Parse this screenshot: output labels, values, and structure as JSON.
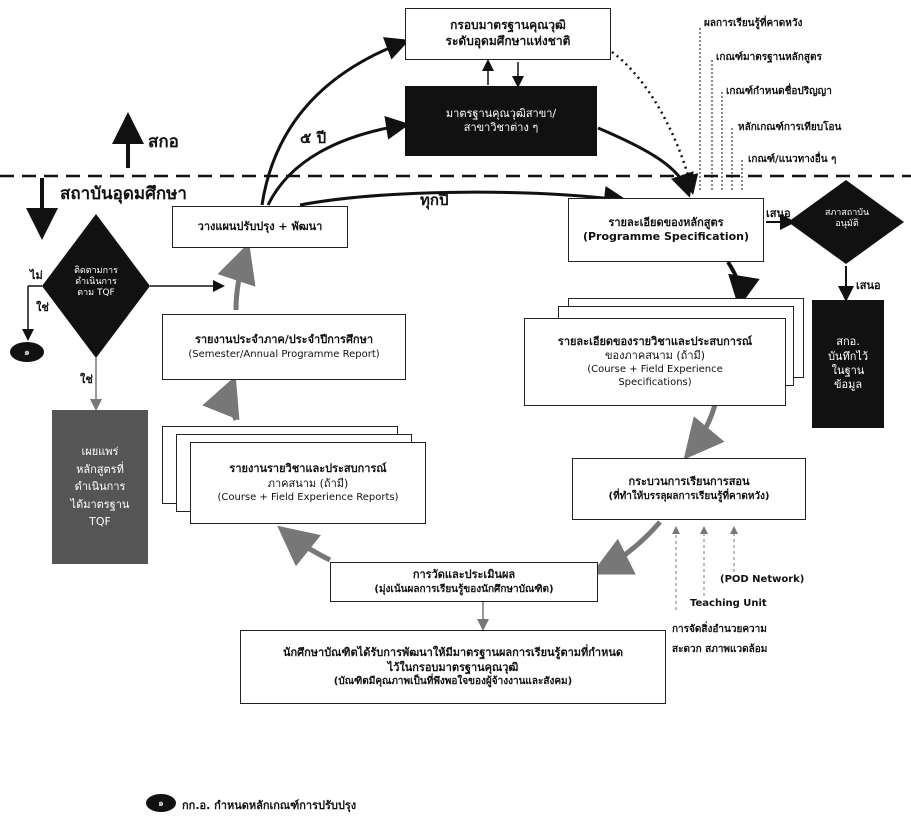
{
  "zones": {
    "upper": "สกอ",
    "lower": "สถาบันอุดมศึกษา"
  },
  "nqf": {
    "line1": "กรอบมาตรฐานคุณวุฒิ",
    "line2": "ระดับอุดมศึกษาแห่งชาติ"
  },
  "subject_std": {
    "line1": "มาตรฐานคุณวุฒิสาขา/",
    "line2": "สาขาวิชาต่าง ๆ"
  },
  "criteria": [
    "ผลการเรียนรู้ที่คาดหวัง",
    "เกณฑ์มาตรฐานหลักสูตร",
    "เกณฑ์กำหนดชื่อปริญญา",
    "หลักเกณฑ์การเทียบโอน",
    "เกณฑ์/แนวทางอื่น ๆ"
  ],
  "five_year": "๕ ปี",
  "every_year": "ทุกปี",
  "plan": "วางแผนปรับปรุง + พัฒนา",
  "prog_spec": {
    "line1": "รายละเอียดของหลักสูตร",
    "line2": "(Programme Specification)"
  },
  "council": {
    "line1": "สภาสถาบัน",
    "line2": "อนุมัติ"
  },
  "propose": "เสนอ",
  "registry": {
    "line1": "สกอ.",
    "line2": "บันทึกไว้",
    "line3": "ในฐาน",
    "line4": "ข้อมูล"
  },
  "tqf_check": {
    "line1": "ติดตามการ",
    "line2": "ดำเนินการ",
    "line3": "ตาม TQF"
  },
  "no": "ไม่",
  "yes": "ใช่",
  "tqf_pub": {
    "line1": "เผยแพร่",
    "line2": "หลักสูตรที่",
    "line3": "ดำเนินการ",
    "line4": "ได้มาตรฐาน",
    "line5": "TQF"
  },
  "annual_report": {
    "line1": "รายงานประจำภาค/ประจำปีการศึกษา",
    "line2": "(Semester/Annual Programme Report)"
  },
  "course_spec": {
    "line1": "รายละเอียดของรายวิชาและประสบการณ์",
    "line2": "ของภาคสนาม (ถ้ามี)",
    "line3": "(Course + Field Experience",
    "line4": "Specifications)"
  },
  "course_report": {
    "line1": "รายงานรายวิชาและประสบการณ์",
    "line2": "ภาคสนาม (ถ้ามี)",
    "line3": "(Course + Field Experience Reports)"
  },
  "teaching": {
    "line1": "กระบวนการเรียนการสอน",
    "line2": "(ที่ทำให้บรรลุผลการเรียนรู้ที่คาดหวัง)"
  },
  "support": {
    "pod": "(POD Network)",
    "unit": "Teaching Unit",
    "env1": "การจัดสิ่งอำนวยความ",
    "env2": "สะดวก สภาพแวดล้อม"
  },
  "assessment": {
    "line1": "การวัดและประเมินผล",
    "line2": "(มุ่งเน้นผลการเรียนรู้ของนักศึกษาบัณฑิต)"
  },
  "graduates": {
    "line1": "นักศึกษาบัณฑิตได้รับการพัฒนาให้มีมาตรฐานผลการเรียนรู้ตามที่กำหนด",
    "line2": "ไว้ในกรอบมาตรฐานคุณวุฒิ",
    "line3": "(บัณฑิตมีคุณภาพเป็นที่พึงพอใจของผู้จ้างงานและสังคม)"
  },
  "legend": {
    "badge": "๑",
    "text": "กก.อ. กำหนดหลักเกณฑ์การปรับปรุง"
  },
  "colors": {
    "ink": "#111111",
    "grey_box": "#555555",
    "arrow_grey": "#777777"
  }
}
